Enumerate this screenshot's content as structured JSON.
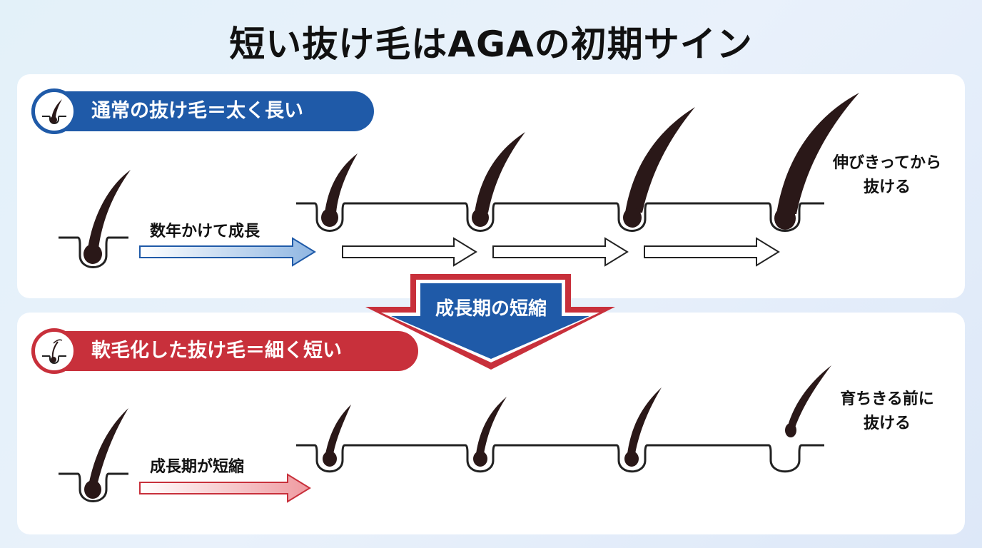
{
  "title": "短い抜け毛はAGAの初期サイン",
  "normal": {
    "heading": "通常の抜け毛＝太く長い",
    "arrow_label": "数年かけて成長",
    "end_note": "伸びきってから\n抜ける",
    "color": "#1f5aa8"
  },
  "transition": {
    "label": "成長期の短縮",
    "fill_color": "#1f5aa8",
    "outline_color": "#c8303b"
  },
  "vellus": {
    "heading": "軟毛化した抜け毛＝細く短い",
    "arrow_label": "成長期が短縮",
    "end_note": "育ちきる前に\n抜ける",
    "color": "#c8303b"
  }
}
